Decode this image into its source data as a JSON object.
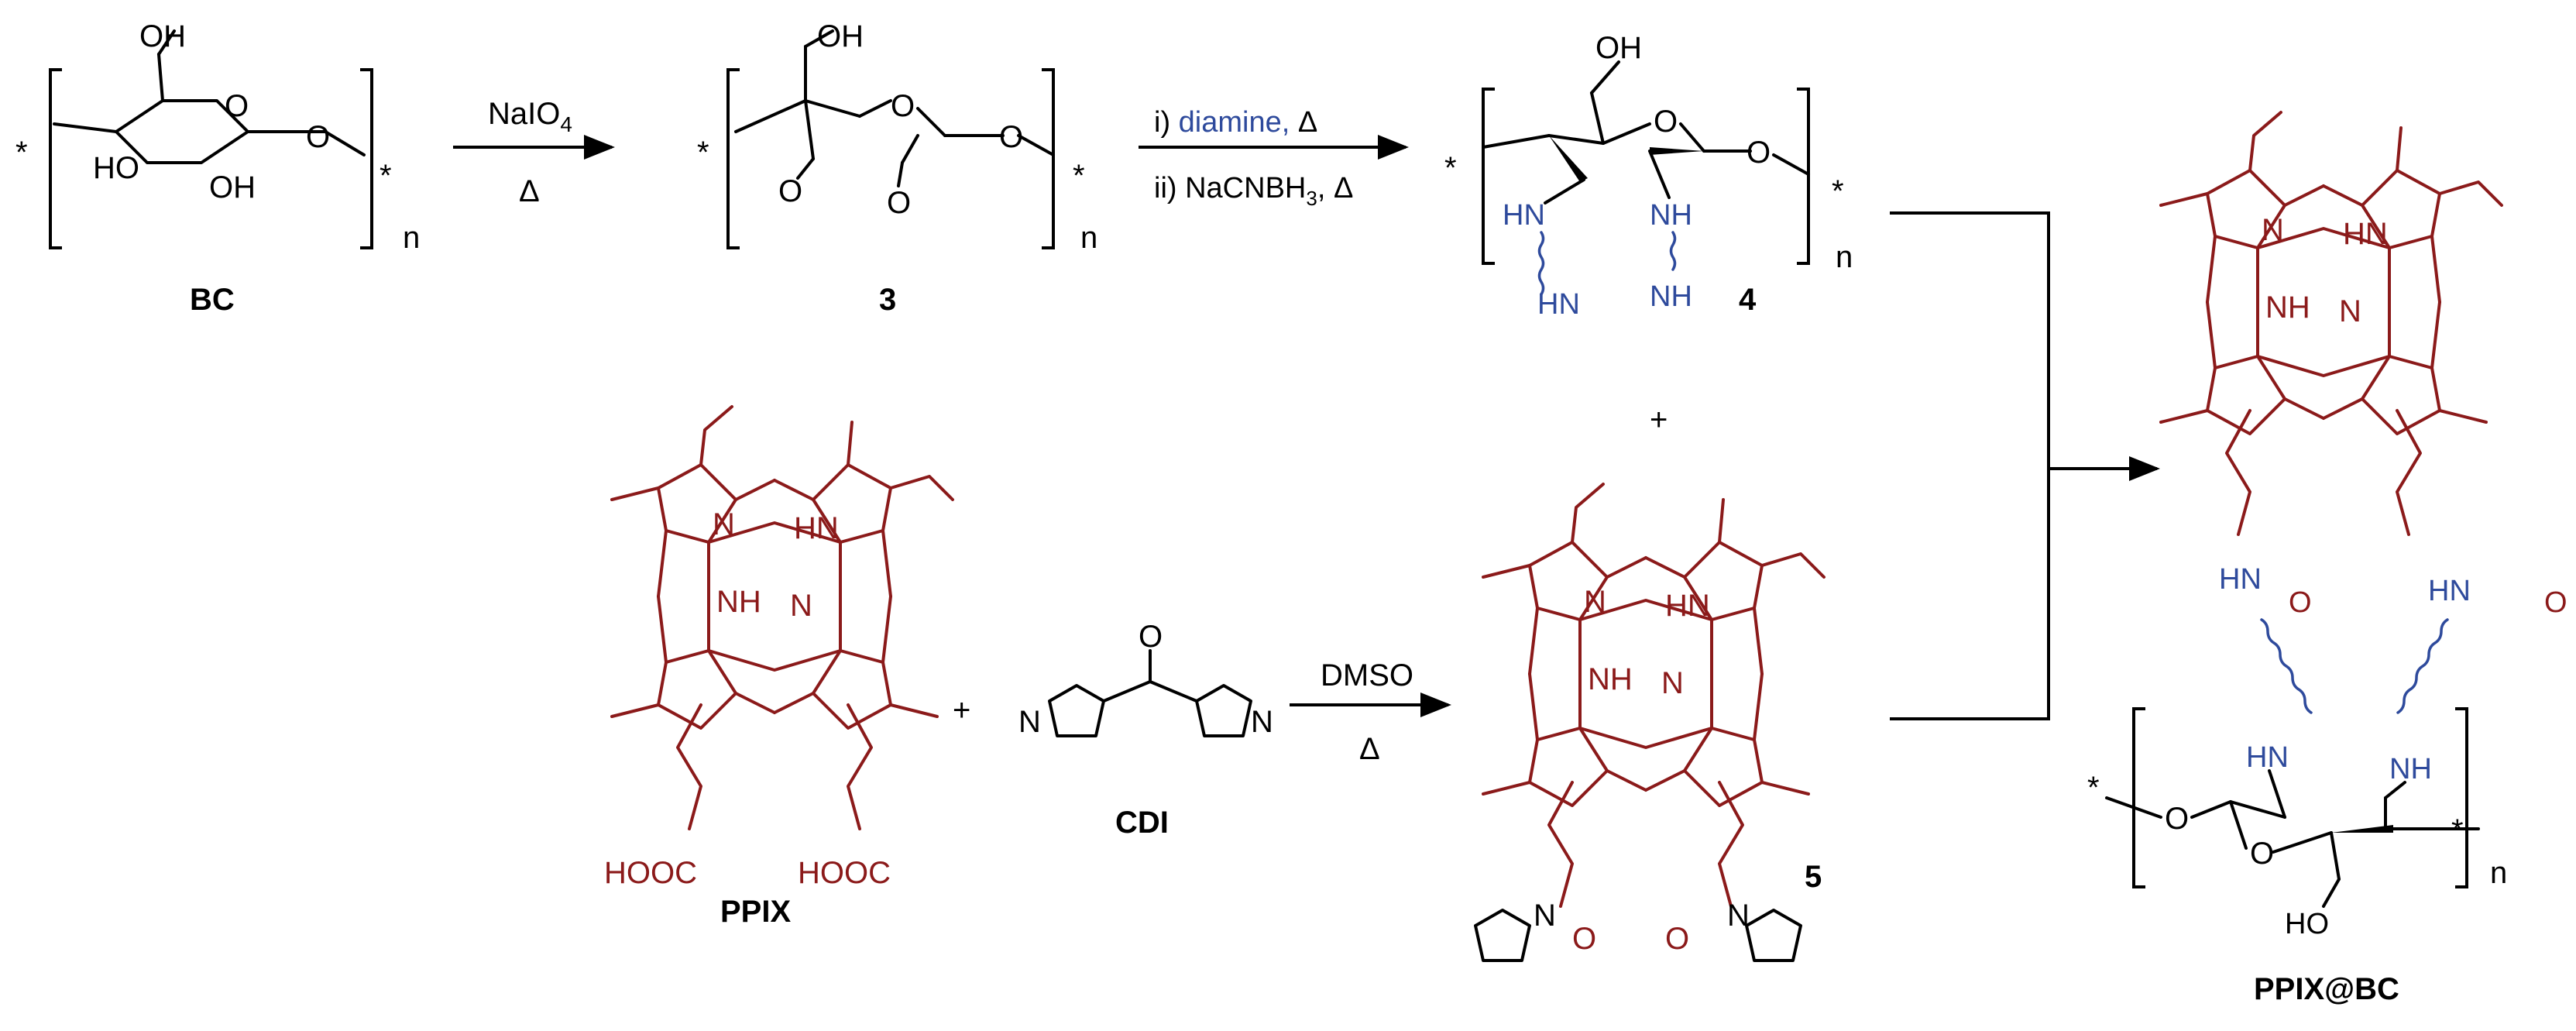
{
  "colors": {
    "porphyrin": "#8b1a1a",
    "linker": "#2e4a9c",
    "ink": "#000000"
  },
  "compounds": {
    "bc": "BC",
    "c3": "3",
    "c4": "4",
    "ppix": "PPIX",
    "cdi": "CDI",
    "c5": "5",
    "product": "PPIX@BC"
  },
  "atoms": {
    "oh": "OH",
    "ho": "HO",
    "o": "O",
    "star": "*",
    "n": "n",
    "hn": "HN",
    "nh": "NH",
    "nitrogen": "N",
    "hooc": "HOOC"
  },
  "conditions": {
    "step1_reagent": "NaIO",
    "step1_sub": "4",
    "step1_heat": "Δ",
    "step2_i_prefix": "i)",
    "step2_i_diamine": "diamine,",
    "step2_i_heat": "Δ",
    "step2_ii_prefix": "ii)",
    "step2_ii_reagent": "NaCNBH",
    "step2_ii_sub": "3",
    "step2_ii_heat": ", Δ",
    "step3_solvent": "DMSO",
    "step3_heat": "Δ"
  },
  "plus": "+"
}
